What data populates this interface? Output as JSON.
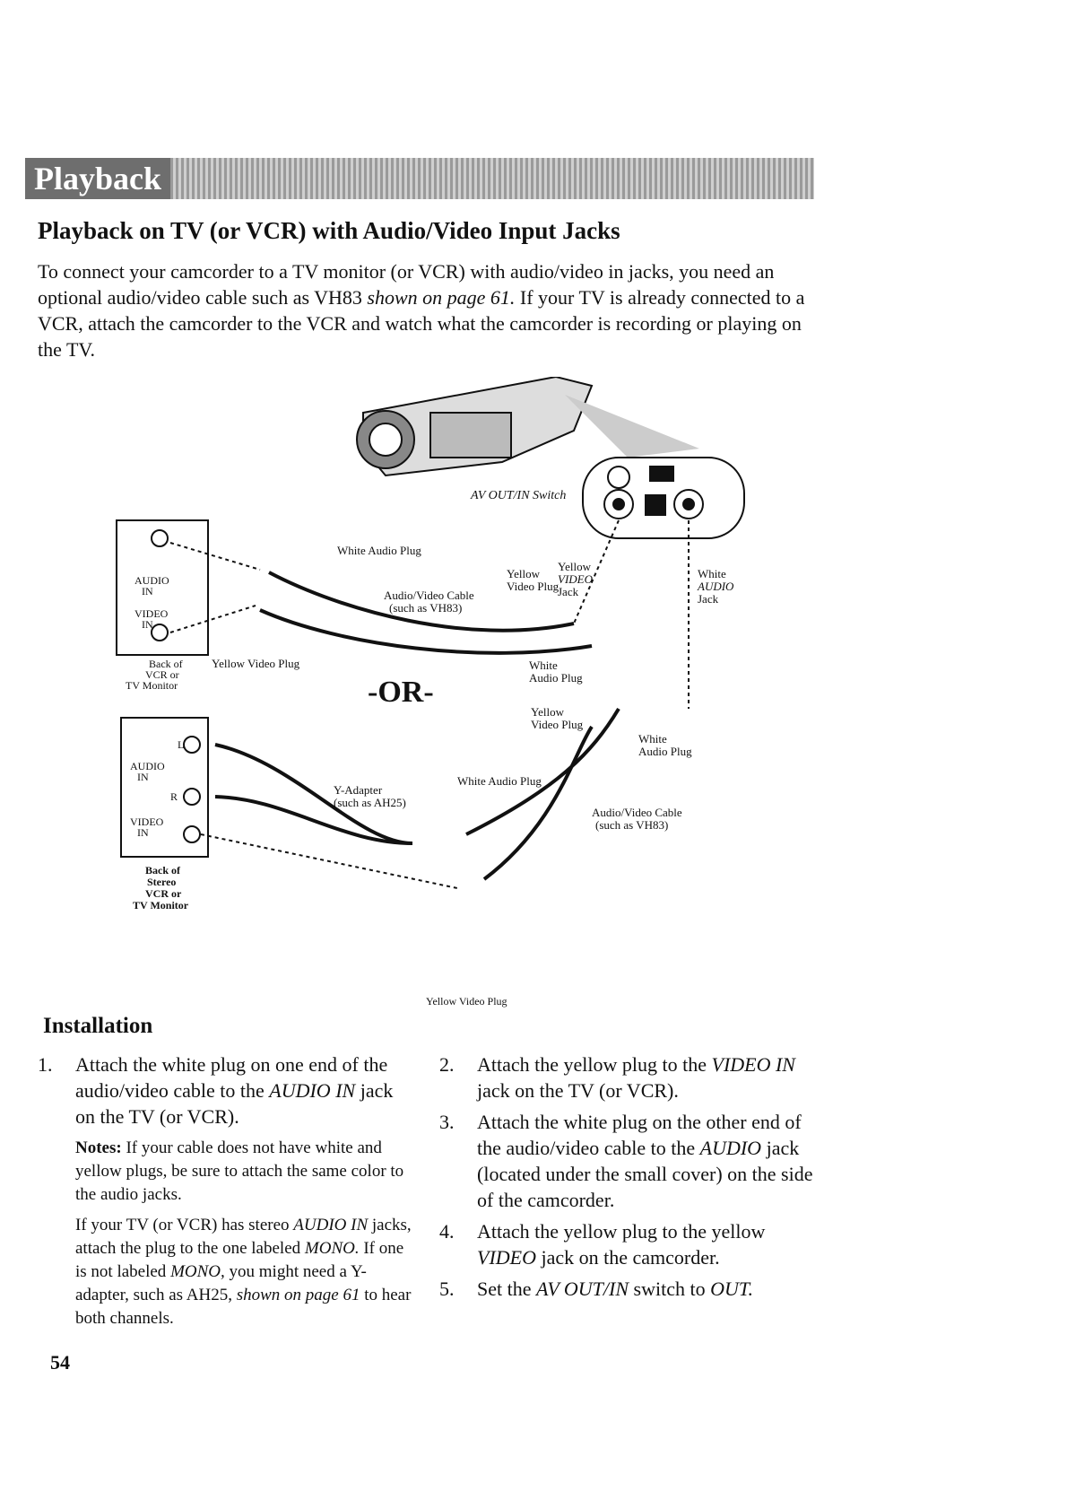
{
  "header": {
    "section": "Playback"
  },
  "title": "Playback on TV (or VCR) with Audio/Video Input Jacks",
  "intro": {
    "part1": "To connect your camcorder to a TV monitor (or VCR) with audio/video in jacks, you need an optional audio/video cable such as VH83 ",
    "ref": "shown on page 61.",
    "part2": " If your TV is already connected to a VCR, attach the camcorder to the VCR and watch what the camcorder is recording or playing on the TV."
  },
  "diagram": {
    "av_switch": "AV OUT/IN Switch",
    "yellow_video_jack": [
      "Yellow",
      "VIDEO",
      "Jack"
    ],
    "white_audio_jack": [
      "White",
      "AUDIO",
      "Jack"
    ],
    "white_audio_plug_top": "White Audio Plug",
    "yellow_video_plug_mid": [
      "Yellow",
      "Video Plug"
    ],
    "av_cable_top": [
      "Audio/Video Cable",
      "(such as VH83)"
    ],
    "audio_in": [
      "AUDIO",
      "IN"
    ],
    "video_in": [
      "VIDEO",
      "IN"
    ],
    "back_tv": [
      "Back of",
      "VCR or",
      "TV Monitor"
    ],
    "yellow_video_plug_top": "Yellow Video Plug",
    "white_audio_plug_right": [
      "White",
      "Audio Plug"
    ],
    "or_label": "-OR-",
    "yellow_video_plug_right": [
      "Yellow",
      "Video Plug"
    ],
    "white_audio_plug_far": [
      "White",
      "Audio Plug"
    ],
    "stereo_l": "L",
    "stereo_r": "R",
    "stereo_audio": [
      "AUDIO",
      "IN"
    ],
    "stereo_video": [
      "VIDEO",
      "IN"
    ],
    "y_adapter": [
      "Y-Adapter",
      "(such as AH25)"
    ],
    "white_audio_plug_bottom": "White Audio Plug",
    "av_cable_bottom": [
      "Audio/Video Cable",
      "(such as VH83)"
    ],
    "back_stereo": [
      "Back of",
      "Stereo",
      "VCR or",
      "TV Monitor"
    ],
    "yellow_video_plug_bottom": "Yellow Video Plug"
  },
  "installation": {
    "heading": "Installation",
    "steps": [
      {
        "num": "1.",
        "a": "Attach the white plug on one end of the audio/video cable to the ",
        "b": "AUDIO IN",
        "c": " jack on the TV (or VCR)."
      },
      {
        "num": "2.",
        "a": "Attach the yellow plug to the ",
        "b": "VIDEO IN",
        "c": " jack on the TV (or VCR)."
      },
      {
        "num": "3.",
        "a": "Attach the white plug on the other end of the audio/video cable to the ",
        "b": "AUDIO",
        "c": " jack (located under the small cover) on the side of the camcorder."
      },
      {
        "num": "4.",
        "a": "Attach the yellow plug to the yellow ",
        "b": "VIDEO",
        "c": " jack on the camcorder."
      },
      {
        "num": "5.",
        "a": "Set the ",
        "b": "AV OUT/IN",
        "c": " switch to ",
        "d": "OUT."
      }
    ],
    "notes_label": "Notes:",
    "note1": " If your cable does not have white and yellow plugs, be sure to attach the same color to the audio jacks.",
    "note2": {
      "a": "If your TV (or VCR) has stereo ",
      "b": "AUDIO IN",
      "c": " jacks, attach the plug to the one labeled ",
      "d": "MONO.",
      "e": " If one is not labeled ",
      "f": "MONO,",
      "g": " you might need a Y-adapter, such as AH25, ",
      "h": "shown on page 61",
      "i": " to hear both channels."
    }
  },
  "page_number": "54"
}
